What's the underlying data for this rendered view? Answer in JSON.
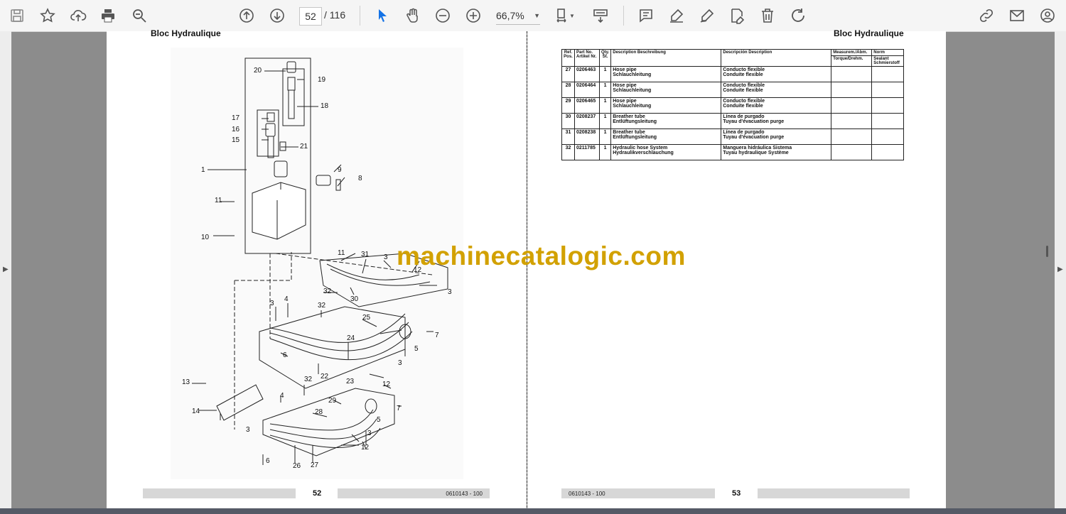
{
  "toolbar": {
    "page_current": "52",
    "page_total": "/  116",
    "zoom": "66,7%",
    "icons": [
      "save-icon",
      "star-icon",
      "upload-icon",
      "print-icon",
      "zoom-search-icon",
      "page-up-icon",
      "page-down-icon",
      "zoom-out-icon",
      "zoom-in-icon",
      "cursor-icon",
      "hand-icon",
      "page-fit-icon",
      "scroll-mode-icon",
      "comment-icon",
      "highlight-icon",
      "draw-icon",
      "edit-text-icon",
      "delete-icon",
      "rotate-icon",
      "link-icon",
      "mail-icon",
      "user-icon"
    ]
  },
  "left_page": {
    "title": "Bloc Hydraulique",
    "footer_code": "",
    "footer_code_right": "0610143 - 100",
    "page_number": "52",
    "callouts": [
      "20",
      "19",
      "18",
      "17",
      "16",
      "15",
      "21",
      "1",
      "9",
      "8",
      "11",
      "10",
      "11",
      "31",
      "3",
      "12",
      "3",
      "32",
      "30",
      "4",
      "3",
      "32",
      "25",
      "7",
      "5",
      "24",
      "6",
      "22",
      "3",
      "23",
      "12",
      "13",
      "32",
      "4",
      "14",
      "7",
      "29",
      "28",
      "5",
      "3",
      "3",
      "12",
      "6",
      "26",
      "27"
    ]
  },
  "right_page": {
    "title": "Bloc Hydraulique",
    "footer_code": "0610143 - 100",
    "page_number": "53",
    "table": {
      "headers": {
        "ref": "Ref. Pos.",
        "part": "Part No. Artikel Nr.",
        "qty": "Qty. St.",
        "desc1": "Description Beschreibung",
        "desc2": "Descripción Description",
        "meas_top": "Measurem./Abm.",
        "meas_bottom": "Torque/Drehm.",
        "norm_top": "Norm",
        "norm_bottom": "Sealant Schmierstoff"
      },
      "rows": [
        {
          "ref": "27",
          "part": "0206463",
          "qty": "1",
          "d1a": "Hose pipe",
          "d1b": "Schlauchleitung",
          "d2a": "Conducto flexible",
          "d2b": "Conduite flexible"
        },
        {
          "ref": "28",
          "part": "0206464",
          "qty": "1",
          "d1a": "Hose pipe",
          "d1b": "Schlauchleitung",
          "d2a": "Conducto flexible",
          "d2b": "Conduite flexible"
        },
        {
          "ref": "29",
          "part": "0206465",
          "qty": "1",
          "d1a": "Hose pipe",
          "d1b": "Schlauchleitung",
          "d2a": "Conducto flexible",
          "d2b": "Conduite flexible"
        },
        {
          "ref": "30",
          "part": "0208237",
          "qty": "1",
          "d1a": "Breather tube",
          "d1b": "Entlüftungsleitung",
          "d2a": "Línea de purgado",
          "d2b": "Tuyau d'évacuation purge"
        },
        {
          "ref": "31",
          "part": "0208238",
          "qty": "1",
          "d1a": "Breather tube",
          "d1b": "Entlüftungsleitung",
          "d2a": "Línea de purgado",
          "d2b": "Tuyau d'évacuation purge"
        },
        {
          "ref": "32",
          "part": "0211785",
          "qty": "1",
          "d1a": "Hydraulic hose System",
          "d1b": "Hydraulikverschlauchung",
          "d2a": "Manguera hidráulica Sistema",
          "d2b": "Tuyau hydraulique Système"
        }
      ]
    }
  },
  "watermark": "machinecatalogic.com"
}
